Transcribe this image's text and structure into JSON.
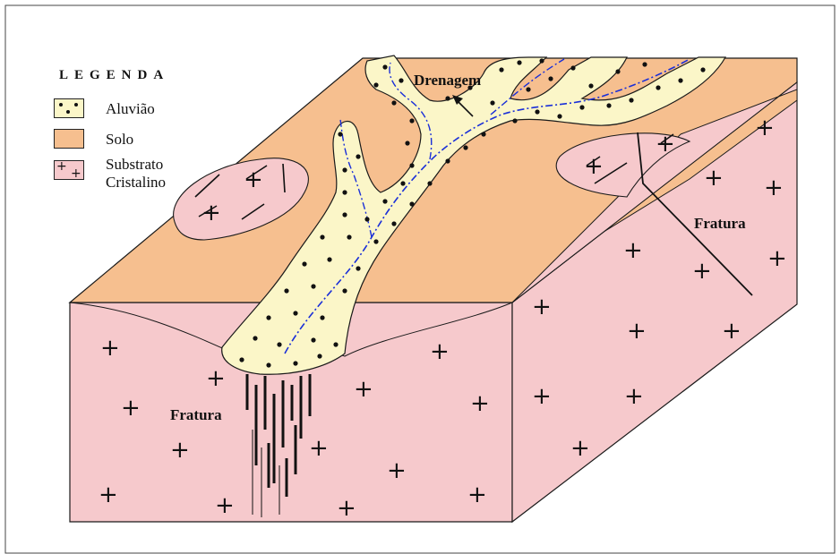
{
  "legend": {
    "title": "LEGENDA",
    "items": [
      {
        "label": "Aluvião",
        "color": "#fbf6c8"
      },
      {
        "label": "Solo",
        "color": "#f6bf8f"
      },
      {
        "label": "Substrato Cristalino",
        "label_lines": [
          "Substrato",
          "Cristalino"
        ],
        "color": "#f6c9cc"
      }
    ]
  },
  "labels": {
    "drenagem": "Drenagem",
    "fratura_left": "Fratura",
    "fratura_right": "Fratura"
  },
  "colors": {
    "aluviao": "#fbf6c8",
    "solo": "#f6bf8f",
    "substrato": "#f6c9cc",
    "drainage_line": "#1a2fd8",
    "outline": "#1a1a1a"
  }
}
